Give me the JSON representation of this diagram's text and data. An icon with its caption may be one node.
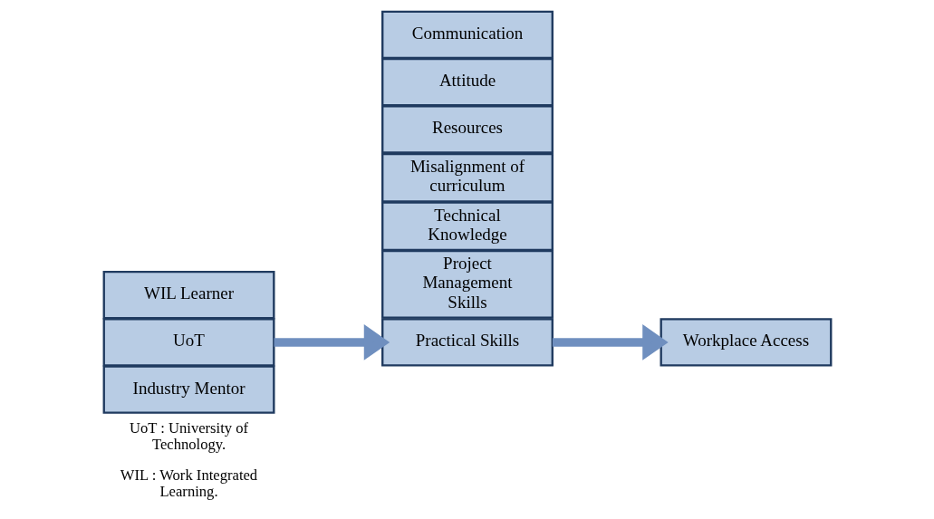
{
  "diagram": {
    "nodes": [
      {
        "text": [
          "WIL Learner"
        ]
      },
      {
        "text": [
          "UoT"
        ]
      },
      {
        "text": [
          "Industry Mentor"
        ]
      },
      {
        "text": [
          "Communication"
        ]
      },
      {
        "text": [
          "Attitude"
        ]
      },
      {
        "text": [
          "Resources"
        ]
      },
      {
        "text": [
          "Practical Skills"
        ]
      },
      {
        "text": [
          "Misalignment of curriculum"
        ]
      },
      {
        "text": [
          "Technical Knowledge"
        ]
      },
      {
        "text": [
          "Project Management Skills"
        ]
      },
      {
        "text": [
          "Workplace Access"
        ]
      }
    ],
    "edges": [
      {
        "from": 1,
        "to": 6,
        "arrow": "to"
      },
      {
        "from": 6,
        "to": 10,
        "arrow": "to"
      }
    ],
    "labels": [
      "UoT : University of Technology.",
      "WIL : Work Integrated Learning."
    ]
  }
}
